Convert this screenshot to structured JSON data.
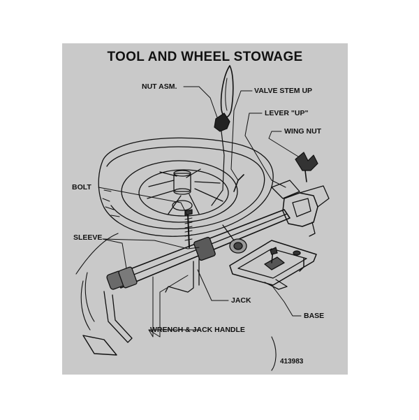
{
  "decal": {
    "title": "TOOL AND WHEEL STOWAGE",
    "part_number": "413983",
    "background_color": "#c9c9c9",
    "ink_color": "#111111",
    "callouts": {
      "nut_asm": "NUT ASM.",
      "valve_stem_up": "VALVE STEM UP",
      "lever_up": "LEVER \"UP\"",
      "wing_nut": "WING NUT",
      "bolt": "BOLT",
      "sleeve": "SLEEVE",
      "jack": "JACK",
      "base": "BASE",
      "wrench_jack_handle": "WRENCH & JACK HANDLE"
    }
  }
}
